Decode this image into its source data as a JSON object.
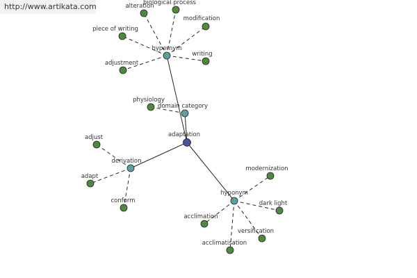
{
  "site": {
    "url": "http://www.artikata.com"
  },
  "colors": {
    "center": "#4a4f9e",
    "hub": "#5c9ea3",
    "leaf": "#4e8a3e",
    "edge": "#222222",
    "dashed": "#222222"
  },
  "nodes": {
    "center": {
      "label": "adaptation"
    },
    "hypernym": {
      "label": "hypernym"
    },
    "domain": {
      "label": "domain category"
    },
    "derivation": {
      "label": "derivation"
    },
    "hyponym": {
      "label": "hyponym"
    },
    "alteration": {
      "label": "alteration"
    },
    "biological_process": {
      "label": "biological process"
    },
    "modification": {
      "label": "modification"
    },
    "piece_of_writing": {
      "label": "piece of writing"
    },
    "writing": {
      "label": "writing"
    },
    "adjustment": {
      "label": "adjustment"
    },
    "physiology": {
      "label": "physiology"
    },
    "adjust": {
      "label": "adjust"
    },
    "adapt": {
      "label": "adapt"
    },
    "conform": {
      "label": "conform"
    },
    "modernization": {
      "label": "modernization"
    },
    "dark_light": {
      "label": "dark light"
    },
    "acclimation": {
      "label": "acclimation"
    },
    "versification": {
      "label": "versification"
    },
    "acclimatisation": {
      "label": "acclimatisation"
    }
  }
}
